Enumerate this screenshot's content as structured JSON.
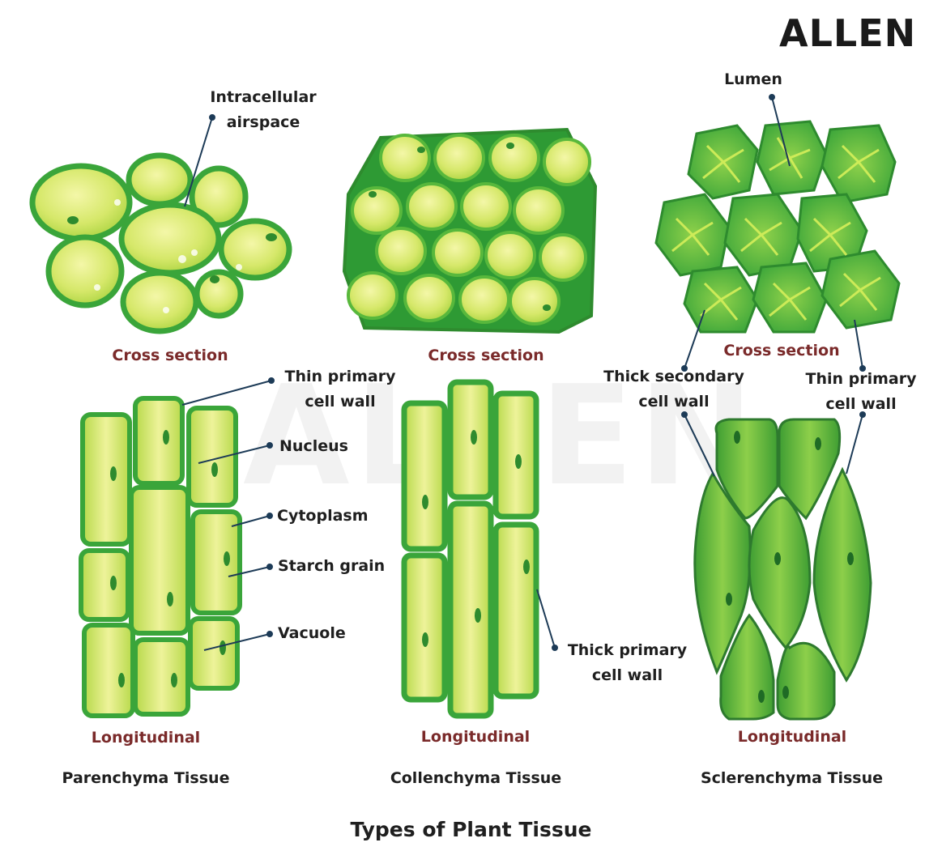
{
  "brand": {
    "logo": "ALLEN",
    "watermark": "ALLEN"
  },
  "title": "Types of Plant Tissue",
  "colors": {
    "cell_fill": "#c9e35a",
    "cell_wall": "#3aa53a",
    "wall_dark": "#2e8b2e",
    "label_text": "#1f1f1f",
    "section_text": "#7a2a2a",
    "leader_line": "#1d3b57"
  },
  "tissues": [
    {
      "name": "Parenchyma Tissue",
      "cross_label": "Cross section",
      "long_label": "Longitudinal"
    },
    {
      "name": "Collenchyma Tissue",
      "cross_label": "Cross section",
      "long_label": "Longitudinal"
    },
    {
      "name": "Sclerenchyma Tissue",
      "cross_label": "Cross section",
      "long_label": "Longitudinal"
    }
  ],
  "labels": {
    "intracellular_airspace": [
      "Intracellular",
      "airspace"
    ],
    "lumen": "Lumen",
    "thin_primary_wall_parenchyma": [
      "Thin primary",
      "cell wall"
    ],
    "nucleus": "Nucleus",
    "cytoplasm": "Cytoplasm",
    "starch_grain": "Starch grain",
    "vacuole": "Vacuole",
    "thick_primary_wall": [
      "Thick primary",
      "cell wall"
    ],
    "thick_secondary_wall": [
      "Thick secondary",
      "cell wall"
    ],
    "thin_primary_wall_sclerenchyma": [
      "Thin primary",
      "cell wall"
    ]
  }
}
